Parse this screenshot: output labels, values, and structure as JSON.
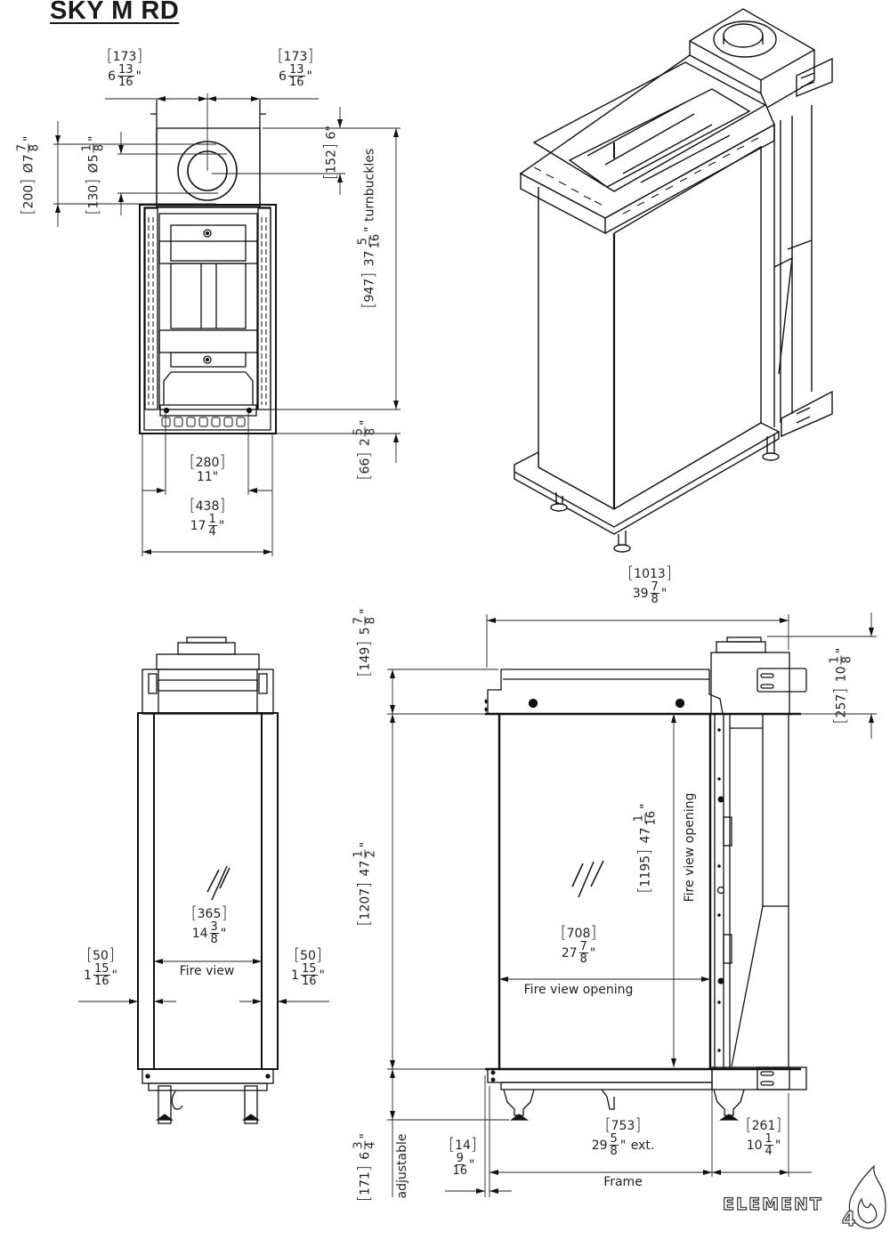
{
  "title": "SKY M RD",
  "brand": {
    "name": "ELEMENT",
    "suffix": "4",
    "icon": "flame-icon"
  },
  "top_view": {
    "flue_offset_left": {
      "mm": "173",
      "whole": "6",
      "num": "13",
      "den": "16"
    },
    "flue_offset_right": {
      "mm": "173",
      "whole": "6",
      "num": "13",
      "den": "16"
    },
    "outer_flue_dia": {
      "mm": "200",
      "prefix": "Ø",
      "whole": "7",
      "num": "7",
      "den": "8"
    },
    "inner_flue_dia": {
      "mm": "130",
      "prefix": "Ø",
      "whole": "5",
      "num": "1",
      "den": "8"
    },
    "flue_center_depth": {
      "mm": "152",
      "text": "6\""
    },
    "turnbuckles": {
      "mm": "947",
      "whole": "37",
      "num": "5",
      "den": "16",
      "label": "turnbuckles"
    },
    "bottom_offset": {
      "mm": "66",
      "whole": "2",
      "num": "5",
      "den": "8"
    },
    "inner_width": {
      "mm": "280",
      "text": "11\""
    },
    "outer_width": {
      "mm": "438",
      "whole": "17",
      "num": "1",
      "den": "4"
    }
  },
  "front_view": {
    "fire_view": {
      "mm": "365",
      "whole": "14",
      "num": "3",
      "den": "8",
      "label": "Fire view"
    },
    "left_frame": {
      "mm": "50",
      "whole": "1",
      "num": "15",
      "den": "16"
    },
    "right_frame": {
      "mm": "50",
      "whole": "1",
      "num": "15",
      "den": "16"
    }
  },
  "side_view": {
    "overall_width": {
      "mm": "1013",
      "whole": "39",
      "num": "7",
      "den": "8"
    },
    "top_height": {
      "mm": "149",
      "whole": "5",
      "num": "7",
      "den": "8"
    },
    "flue_box_height": {
      "mm": "257",
      "whole": "10",
      "num": "1",
      "den": "8"
    },
    "overall_height": {
      "mm": "1207",
      "whole": "47",
      "num": "1",
      "den": "2"
    },
    "fire_view_height": {
      "mm": "1195",
      "whole": "47",
      "num": "1",
      "den": "16",
      "label": "Fire view opening"
    },
    "fire_view_width": {
      "mm": "708",
      "whole": "27",
      "num": "7",
      "den": "8",
      "label": "Fire view opening"
    },
    "leg_height": {
      "mm": "171",
      "whole": "6",
      "num": "3",
      "den": "4",
      "label": "adjustable"
    },
    "frame_offset": {
      "mm": "14",
      "whole": "",
      "num": "9",
      "den": "16"
    },
    "frame_width": {
      "mm": "753",
      "whole": "29",
      "num": "5",
      "den": "8",
      "suffix": "ext.",
      "label": "Frame"
    },
    "bracket_depth": {
      "mm": "261",
      "whole": "10",
      "num": "1",
      "den": "4"
    }
  }
}
